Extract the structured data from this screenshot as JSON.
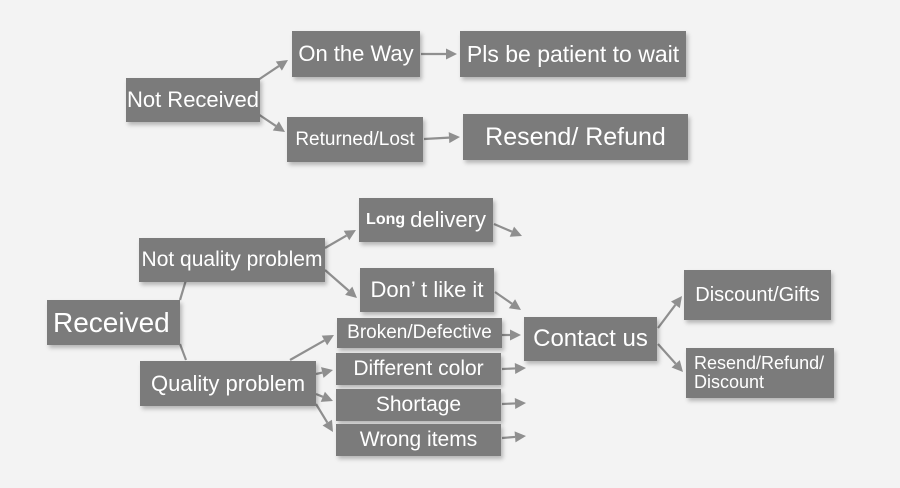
{
  "background_color": "#f3f3f3",
  "box_color": "#7b7b7b",
  "arrow_color": "#8f8f8f",
  "boxes": {
    "not_received": "Not Received",
    "on_the_way": "On the Way",
    "pls_wait": "Pls be patient to wait",
    "returned_lost": "Returned/Lost",
    "resend_refund": "Resend/ Refund",
    "received": "Received",
    "not_quality_problem": "Not quality problem",
    "long_delivery_prefix": "Long",
    "long_delivery_suffix": "delivery",
    "dont_like_it": "Don’ t like it",
    "quality_problem": "Quality problem",
    "broken_defective": "Broken/Defective",
    "different_color": "Different color",
    "shortage": "Shortage",
    "wrong_items": "Wrong items",
    "contact_us": "Contact us",
    "discount_gifts": "Discount/Gifts",
    "resend_refund_discount_line1": "Resend/Refund/",
    "resend_refund_discount_line2": "Discount"
  }
}
